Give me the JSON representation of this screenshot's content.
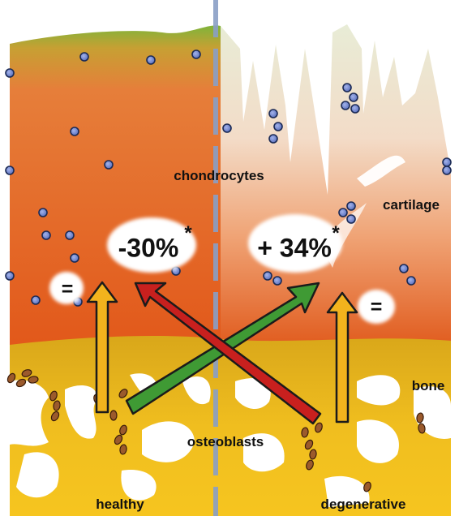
{
  "labels": {
    "chondrocytes": "chondrocytes",
    "cartilage": "cartilage",
    "bone": "bone",
    "osteoblasts": "osteoblasts",
    "healthy": "healthy",
    "degenerative": "degenerative"
  },
  "changes": {
    "healthy_value": "-30%",
    "degenerative_value": "+ 34%",
    "significance_marker": "*",
    "healthy_equal": "=",
    "degenerative_equal": "="
  },
  "colors": {
    "cartilage_orange": "#e2601e",
    "cartilage_green": "#79b43a",
    "bone_yellow": "#e0b21c",
    "cell_blue": "#7a8fd0",
    "osteoblast_brown": "#9b5a2c",
    "arrow_red": "#c8201e",
    "arrow_green": "#3f9a34",
    "arrow_yellow": "#f2b31d",
    "divider_blue": "#8a9fc6"
  }
}
